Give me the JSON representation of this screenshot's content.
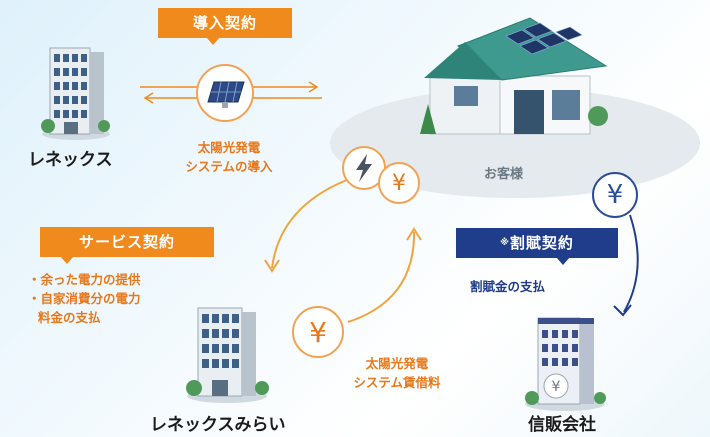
{
  "contracts": {
    "introduction": "導入契約",
    "service": "サービス契約",
    "installment_mark": "※",
    "installment": "割賦契約"
  },
  "parties": {
    "renex": "レネックス",
    "customer": "お客様",
    "renex_mirai": "レネックスみらい",
    "credit_company": "信販会社"
  },
  "flows": {
    "solar_intro_line1": "太陽光発電",
    "solar_intro_line2": "システムの導入",
    "service_item1": "・余った電力の提供",
    "service_item2": "・自家消費分の電力",
    "service_item3": "料金の支払",
    "lease_line1": "太陽光発電",
    "lease_line2": "システム賃借料",
    "installment_payment": "割賦金の支払"
  },
  "symbols": {
    "yen": "¥"
  },
  "icons": [
    "building-icon",
    "solar-panel-icon",
    "house-icon",
    "lightning-icon",
    "yen-icon",
    "tree-icon"
  ],
  "colors": {
    "orange": "#f08a1c",
    "navy": "#1f3d8a"
  }
}
